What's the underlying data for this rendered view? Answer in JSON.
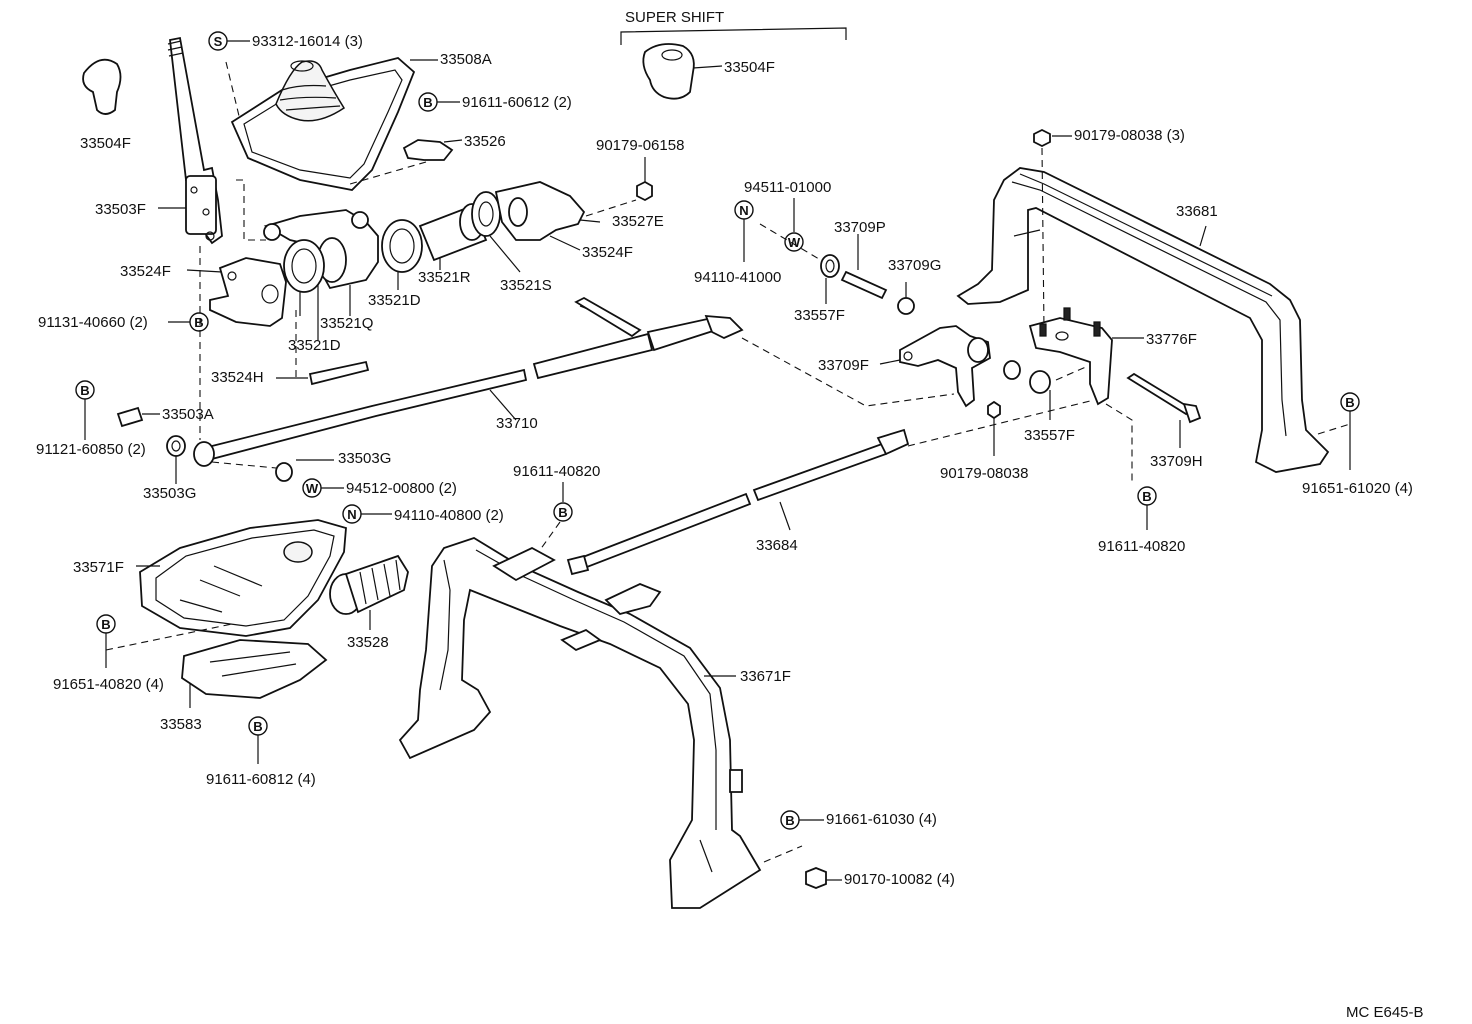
{
  "diagram": {
    "header": "SUPER SHIFT",
    "footer_code": "MC E645-B",
    "symbol_letters": {
      "S": "S",
      "B": "B",
      "W": "W",
      "N": "N"
    },
    "labels": {
      "l93312": "93312-16014 (3)",
      "l33508A": "33508A",
      "l33504F_left": "33504F",
      "l33504F_super": "33504F",
      "l91611_60612": "91611-60612 (2)",
      "l33526": "33526",
      "l90179_06158": "90179-06158",
      "l33503F": "33503F",
      "l33527E": "33527E",
      "l33524F_right": "33524F",
      "l33524F_left": "33524F",
      "l33521R": "33521R",
      "l33521S": "33521S",
      "l33521D_top": "33521D",
      "l33521Q": "33521Q",
      "l33521D_bottom": "33521D",
      "l91131": "91131-40660 (2)",
      "l33524H": "33524H",
      "l33710": "33710",
      "l33503A": "33503A",
      "l91121": "91121-60850 (2)",
      "l33503G_right": "33503G",
      "l33503G_left": "33503G",
      "l94512": "94512-00800 (2)",
      "l94110_40800": "94110-40800 (2)",
      "l91611_40820_mid": "91611-40820",
      "l33571F": "33571F",
      "l33528": "33528",
      "l91651_40820": "91651-40820 (4)",
      "l33583": "33583",
      "l91611_60812": "91611-60812 (4)",
      "l90179_08038_top": "90179-08038 (3)",
      "l94511": "94511-01000",
      "l33681": "33681",
      "l33709P": "33709P",
      "l94110_41000": "94110-41000",
      "l33709G": "33709G",
      "l33557F_top": "33557F",
      "l33776F": "33776F",
      "l33709F": "33709F",
      "l33557F_right": "33557F",
      "l33709H": "33709H",
      "l90179_08038_mid": "90179-08038",
      "l91651_61020": "91651-61020 (4)",
      "l91611_40820_right": "91611-40820",
      "l33684": "33684",
      "l33671F": "33671F",
      "l91661": "91661-61030 (4)",
      "l90170": "90170-10082 (4)"
    }
  }
}
